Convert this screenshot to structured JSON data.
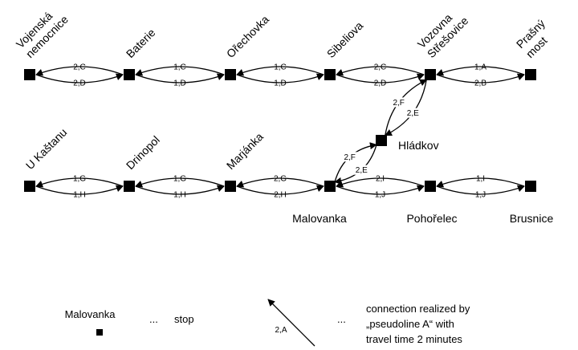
{
  "stops": [
    {
      "id": "vojenska",
      "label": [
        "Vojenská",
        "nemocnice"
      ],
      "label_position": "rotated"
    },
    {
      "id": "baterie",
      "label": [
        "Baterie"
      ],
      "label_position": "rotated"
    },
    {
      "id": "orechovka",
      "label": [
        "Ořechovka"
      ],
      "label_position": "rotated"
    },
    {
      "id": "sibeliova",
      "label": [
        "Sibeliova"
      ],
      "label_position": "rotated"
    },
    {
      "id": "vozovna",
      "label": [
        "Vozovna",
        "Střešovice"
      ],
      "label_position": "rotated"
    },
    {
      "id": "prasny",
      "label": [
        "Prašný",
        "most"
      ],
      "label_position": "rotated"
    },
    {
      "id": "hladkov",
      "label": [
        "Hládkov"
      ],
      "label_position": "right"
    },
    {
      "id": "ukastanu",
      "label": [
        "U Kaštanu"
      ],
      "label_position": "rotated"
    },
    {
      "id": "drinopol",
      "label": [
        "Drinopol"
      ],
      "label_position": "rotated"
    },
    {
      "id": "marjanka",
      "label": [
        "Marjánka"
      ],
      "label_position": "rotated"
    },
    {
      "id": "malovanka",
      "label": [
        "Malovanka"
      ],
      "label_position": "below"
    },
    {
      "id": "pohorelec",
      "label": [
        "Pohořelec"
      ],
      "label_position": "below"
    },
    {
      "id": "brusnice",
      "label": [
        "Brusnice"
      ],
      "label_position": "below"
    }
  ],
  "connections": [
    {
      "from": "baterie",
      "to": "vojenska",
      "label": "2,C"
    },
    {
      "from": "vojenska",
      "to": "baterie",
      "label": "2,D"
    },
    {
      "from": "orechovka",
      "to": "baterie",
      "label": "1,C"
    },
    {
      "from": "baterie",
      "to": "orechovka",
      "label": "1,D"
    },
    {
      "from": "sibeliova",
      "to": "orechovka",
      "label": "1,C"
    },
    {
      "from": "orechovka",
      "to": "sibeliova",
      "label": "1,D"
    },
    {
      "from": "vozovna",
      "to": "sibeliova",
      "label": "2,C"
    },
    {
      "from": "sibeliova",
      "to": "vozovna",
      "label": "2,D"
    },
    {
      "from": "prasny",
      "to": "vozovna",
      "label": "1,A"
    },
    {
      "from": "vozovna",
      "to": "prasny",
      "label": "2,B"
    },
    {
      "from": "vozovna",
      "to": "hladkov",
      "label": "2,E"
    },
    {
      "from": "hladkov",
      "to": "vozovna",
      "label": "2,F"
    },
    {
      "from": "hladkov",
      "to": "malovanka",
      "label": "2,E"
    },
    {
      "from": "malovanka",
      "to": "hladkov",
      "label": "2,F"
    },
    {
      "from": "drinopol",
      "to": "ukastanu",
      "label": "1,G"
    },
    {
      "from": "ukastanu",
      "to": "drinopol",
      "label": "1,H"
    },
    {
      "from": "marjanka",
      "to": "drinopol",
      "label": "1,G"
    },
    {
      "from": "drinopol",
      "to": "marjanka",
      "label": "1,H"
    },
    {
      "from": "malovanka",
      "to": "marjanka",
      "label": "2,G"
    },
    {
      "from": "marjanka",
      "to": "malovanka",
      "label": "2,H"
    },
    {
      "from": "pohorelec",
      "to": "malovanka",
      "label": "2,I"
    },
    {
      "from": "malovanka",
      "to": "pohorelec",
      "label": "1,J"
    },
    {
      "from": "brusnice",
      "to": "pohorelec",
      "label": "1,I"
    },
    {
      "from": "pohorelec",
      "to": "brusnice",
      "label": "1,J"
    }
  ],
  "legend": {
    "stop_example": "Malovanka",
    "stop_dots": "...",
    "stop_meaning": "stop",
    "arrow_label": "2,A",
    "arrow_dots": "...",
    "arrow_meaning": [
      "connection realized by",
      "„pseudoline A“ with",
      "travel time 2 minutes"
    ]
  }
}
